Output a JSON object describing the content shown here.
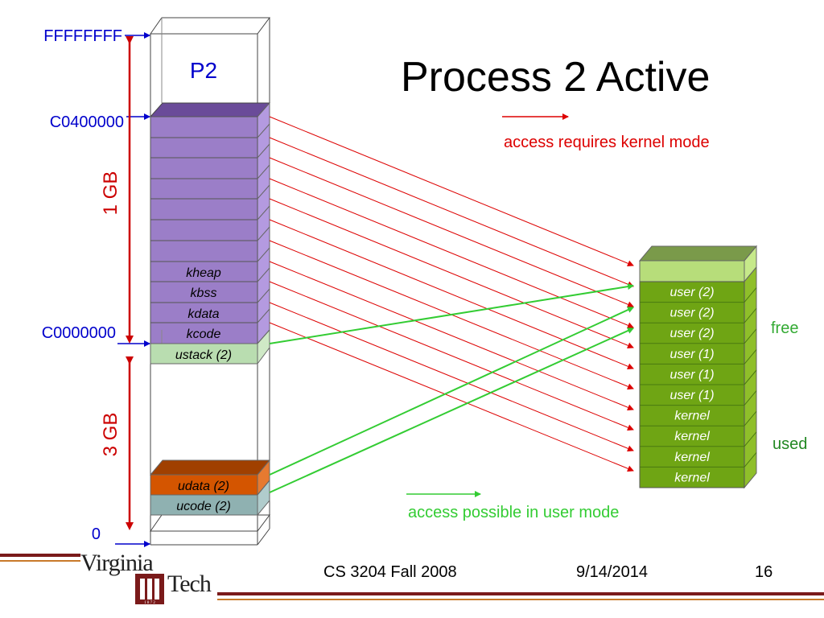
{
  "title": "Process 2 Active",
  "addresses": {
    "top": "FFFFFFFF",
    "kernel_start": "C0400000",
    "user_top": "C0000000",
    "zero": "0"
  },
  "sizes": {
    "kernel": "1 GB",
    "user": "3 GB"
  },
  "process_label": "P2",
  "virtual_segments": [
    {
      "label": "kheap",
      "color": "#9b7ec8"
    },
    {
      "label": "kbss",
      "color": "#9b7ec8"
    },
    {
      "label": "kdata",
      "color": "#9b7ec8"
    },
    {
      "label": "kcode",
      "color": "#9b7ec8"
    },
    {
      "label": "ustack (2)",
      "color": "#b9ddb0"
    },
    {
      "label": "udata (2)",
      "color": "#d45500"
    },
    {
      "label": "ucode (2)",
      "color": "#8fb1b1"
    }
  ],
  "physical_frames": [
    "user (2)",
    "user (2)",
    "user (2)",
    "user (1)",
    "user (1)",
    "user (1)",
    "kernel",
    "kernel",
    "kernel",
    "kernel"
  ],
  "legend": {
    "kernel_mode": "access requires kernel mode",
    "user_mode": "access possible in user mode",
    "kernel_color": "#dd0000",
    "user_color": "#33cc33"
  },
  "physical_labels": {
    "free": "free",
    "used": "used"
  },
  "footer": {
    "course": "CS 3204 Fall 2008",
    "date": "9/14/2014",
    "page": "16"
  },
  "logo": {
    "line1": "Virginia",
    "line2": "Tech",
    "year": "1 8 7 2"
  },
  "colors": {
    "address_text": "#0000cc",
    "size_text": "#cc0000",
    "kernel_region": "#9b7ec8",
    "frame_green": "#6fa514",
    "free_label": "#33aa33",
    "used_label": "#228822",
    "footer_line": "#7a1a1a"
  }
}
